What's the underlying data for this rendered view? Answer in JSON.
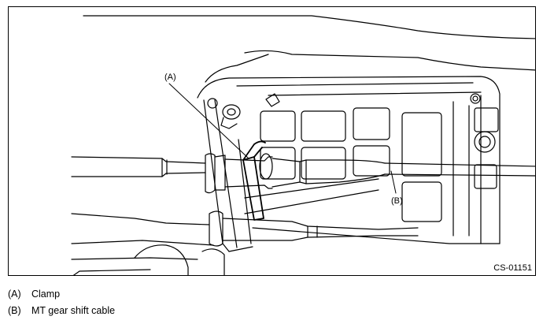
{
  "figure": {
    "callouts": {
      "a": "(A)",
      "b": "(B)"
    },
    "figure_code": "CS-01151"
  },
  "legend": [
    {
      "mark": "(A)",
      "text": "Clamp"
    },
    {
      "mark": "(B)",
      "text": "MT gear shift cable"
    }
  ]
}
